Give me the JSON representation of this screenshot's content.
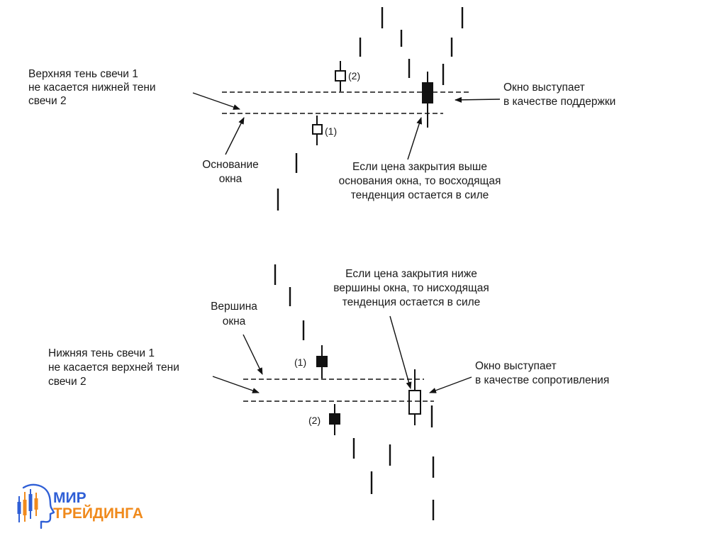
{
  "top": {
    "label_shadows": [
      "Верхняя тень свечи 1",
      "не касается нижней тени",
      "свечи 2"
    ],
    "label_base": [
      "Основание",
      "окна"
    ],
    "label_support": [
      "Окно выступает",
      "в качестве поддержки"
    ],
    "label_close": [
      "Если цена закрытия выше",
      "основания окна, то восходящая",
      "тенденция остается в силе"
    ],
    "candle1_label": "(1)",
    "candle2_label": "(2)"
  },
  "bottom": {
    "label_shadows": [
      "Нижняя тень свечи 1",
      "не касается верхней тени",
      "свечи 2"
    ],
    "label_top": [
      "Вершина",
      "окна"
    ],
    "label_resistance": [
      "Окно выступает",
      "в качестве сопротивления"
    ],
    "label_close": [
      "Если цена закрытия ниже",
      "вершины окна, то нисходящая",
      "тенденция остается в силе"
    ],
    "candle1_label": "(1)",
    "candle2_label": "(2)"
  },
  "logo": {
    "line1": "МИР",
    "line2": "ТРЕЙДИНГА",
    "icon": "head-chart-icon",
    "color_blue": "#2f5fd6",
    "color_orange": "#f08a1c"
  }
}
